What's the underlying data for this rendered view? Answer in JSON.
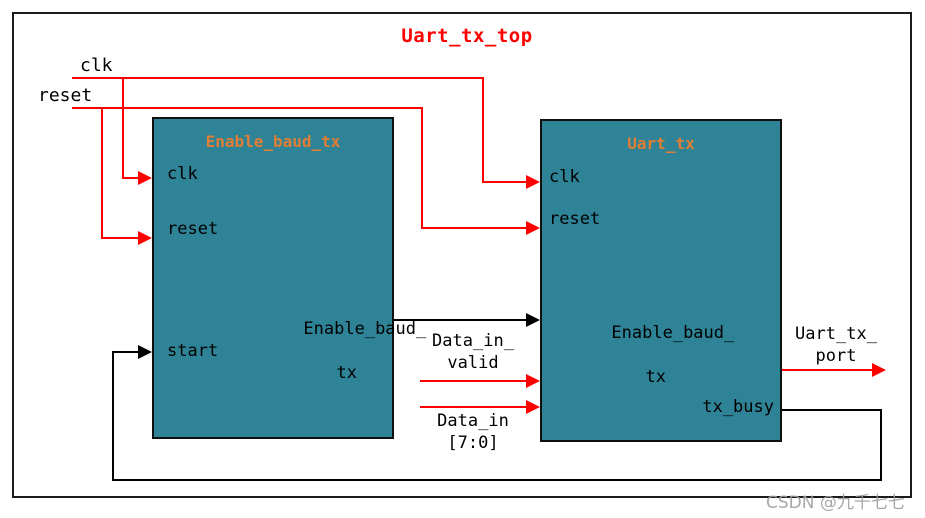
{
  "diagram": {
    "title": "Uart_tx_top",
    "watermark": "CSDN @九千七七",
    "colors": {
      "block_fill": "#2e8396",
      "module_label": "#e07e35",
      "wire_red": "#ff0000",
      "wire_black": "#000000",
      "title_red": "#ff0000",
      "watermark_gray": "#9e9ea0"
    },
    "top_inputs": {
      "clk": "clk",
      "reset": "reset"
    },
    "blocks": {
      "enable_baud_tx": {
        "name": "Enable_baud_tx",
        "ports": {
          "clk": "clk",
          "reset": "reset",
          "start": "start",
          "out_line1": "Enable_baud_",
          "out_line2": "tx"
        }
      },
      "uart_tx": {
        "name": "Uart_tx",
        "ports": {
          "clk": "clk",
          "reset": "reset",
          "enable_line1": "Enable_baud_",
          "enable_line2": "tx",
          "tx_busy": "tx_busy"
        }
      }
    },
    "signals": {
      "data_in_valid_line1": "Data_in_",
      "data_in_valid_line2": "valid",
      "data_in_line1": "Data_in",
      "data_in_line2": "[7:0]",
      "uart_tx_port_line1": "Uart_tx_",
      "uart_tx_port_line2": "port"
    }
  }
}
